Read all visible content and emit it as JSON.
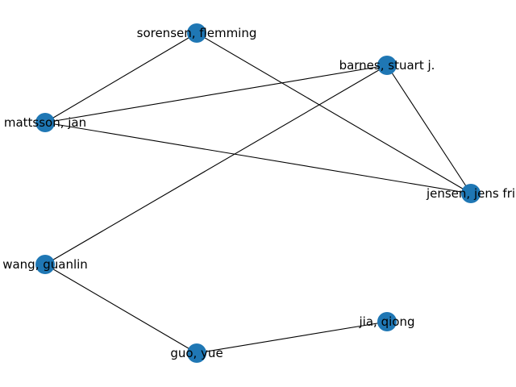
{
  "graph": {
    "node_color": "#1f77b4",
    "edge_color": "#000000",
    "nodes": [
      {
        "id": "sorensen",
        "label": "sorensen, flemming"
      },
      {
        "id": "barnes",
        "label": "barnes, stuart j."
      },
      {
        "id": "mattsson",
        "label": "mattsson, jan"
      },
      {
        "id": "jensen",
        "label": "jensen, jens fri"
      },
      {
        "id": "wang",
        "label": "wang, guanlin"
      },
      {
        "id": "jia",
        "label": "jia, qiong"
      },
      {
        "id": "guo",
        "label": "guo, yue"
      }
    ],
    "edges": [
      {
        "source": "sorensen",
        "target": "mattsson"
      },
      {
        "source": "sorensen",
        "target": "jensen"
      },
      {
        "source": "barnes",
        "target": "mattsson"
      },
      {
        "source": "barnes",
        "target": "wang"
      },
      {
        "source": "barnes",
        "target": "jensen"
      },
      {
        "source": "mattsson",
        "target": "jensen"
      },
      {
        "source": "wang",
        "target": "guo"
      },
      {
        "source": "guo",
        "target": "jia"
      }
    ]
  }
}
